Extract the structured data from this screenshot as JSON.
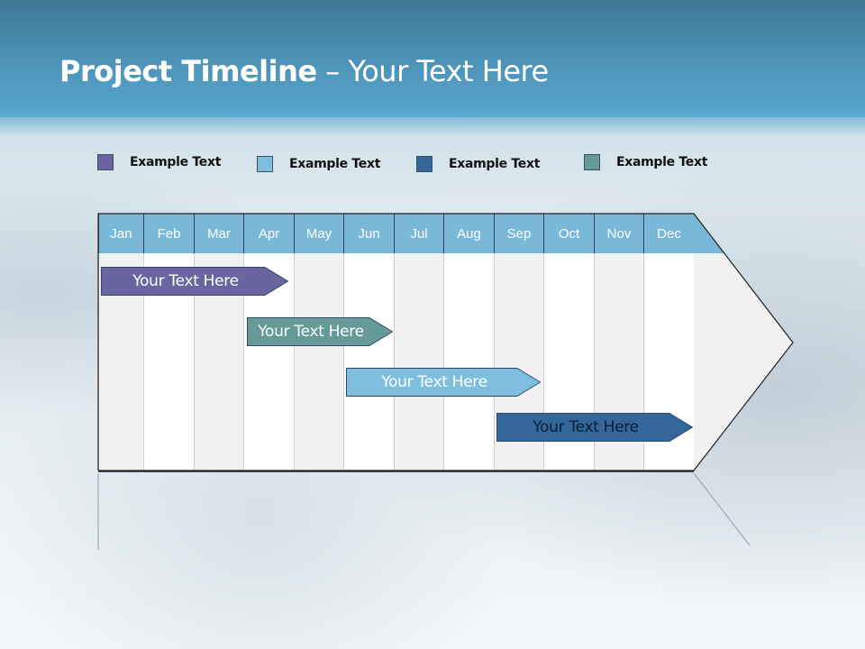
{
  "title": {
    "bold": "Project Timeline",
    "rest": " – Your Text Here"
  },
  "legend": [
    {
      "label": "Example Text",
      "color": "#6a64a0"
    },
    {
      "label": "Example Text",
      "color": "#7ebfdf"
    },
    {
      "label": "Example Text",
      "color": "#33669a"
    },
    {
      "label": "Example Text",
      "color": "#669a99"
    }
  ],
  "months": [
    "Jan",
    "Feb",
    "Mar",
    "Apr",
    "May",
    "Jun",
    "Jul",
    "Aug",
    "Sep",
    "Oct",
    "Nov",
    "Dec"
  ],
  "tasks": [
    {
      "label": "Your  Text Here",
      "start_month": "Jan",
      "end_month": "Apr",
      "color": "#6a64a0",
      "text_color": "#ffffff"
    },
    {
      "label": "Your  Text Here",
      "start_month": "Apr",
      "end_month": "Jun",
      "color": "#669a99",
      "text_color": "#ffffff"
    },
    {
      "label": "Your  Text Here",
      "start_month": "Jun",
      "end_month": "Sep",
      "color": "#7ebfdf",
      "text_color": "#ffffff"
    },
    {
      "label": "Your  Text Here",
      "start_month": "Sep",
      "end_month": "Dec",
      "color": "#33669a",
      "text_color": "#0d1e33"
    }
  ],
  "chart_data": {
    "type": "gantt",
    "title": "Project Timeline – Your Text Here",
    "categories": [
      "Jan",
      "Feb",
      "Mar",
      "Apr",
      "May",
      "Jun",
      "Jul",
      "Aug",
      "Sep",
      "Oct",
      "Nov",
      "Dec"
    ],
    "series": [
      {
        "name": "Your  Text Here",
        "start": "Jan",
        "end": "Apr",
        "start_index": 0,
        "end_index": 3.8,
        "color": "#6a64a0"
      },
      {
        "name": "Your  Text Here",
        "start": "Apr",
        "end": "Jun",
        "start_index": 2.95,
        "end_index": 5.9,
        "color": "#669a99"
      },
      {
        "name": "Your  Text Here",
        "start": "Jun",
        "end": "Sep",
        "start_index": 4.95,
        "end_index": 8.9,
        "color": "#7ebfdf"
      },
      {
        "name": "Your  Text Here",
        "start": "Sep",
        "end": "Dec",
        "start_index": 7.95,
        "end_index": 12,
        "color": "#33669a"
      }
    ],
    "legend": [
      "Example Text",
      "Example Text",
      "Example Text",
      "Example Text"
    ],
    "legend_position": "top",
    "xlabel": "",
    "ylabel": ""
  }
}
